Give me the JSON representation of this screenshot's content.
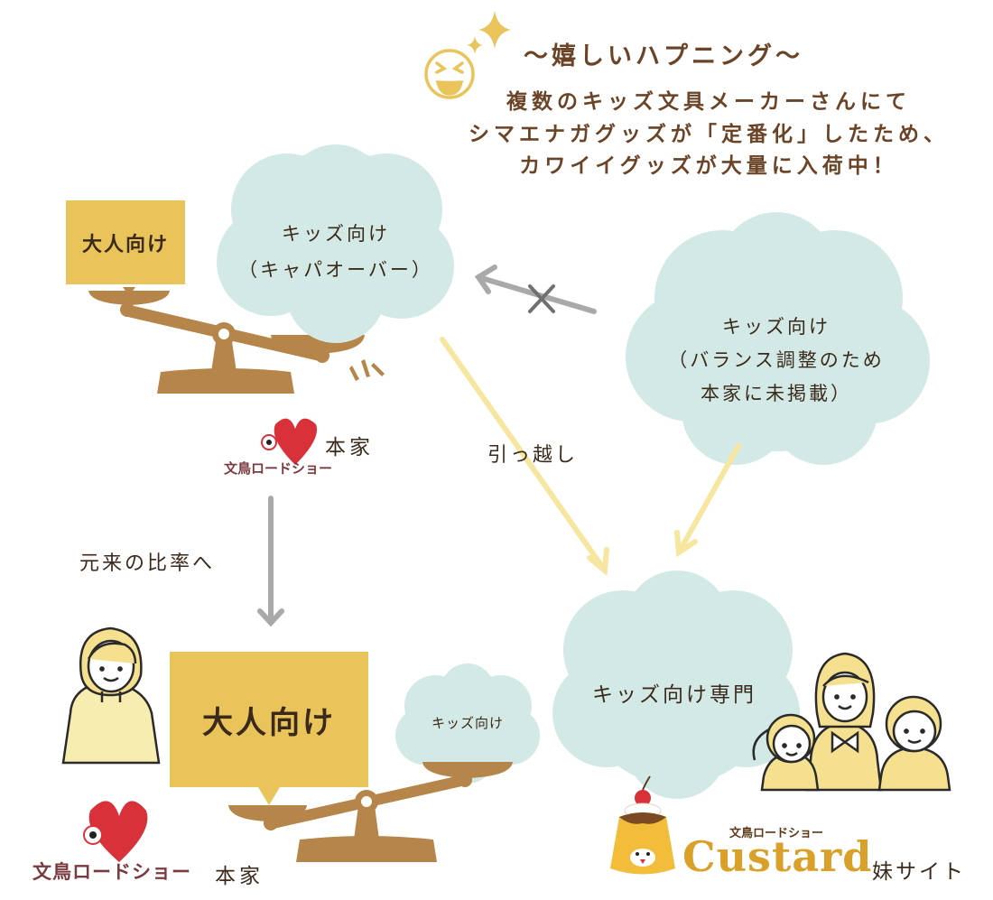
{
  "happening": {
    "title": "〜嬉しいハプニング〜",
    "lines": [
      "複数のキッズ文具メーカーさんにて",
      "シマエナガグッズが「定番化」したため、",
      "カワイイグッズが大量に入荷中！"
    ]
  },
  "top_scale": {
    "adult_label": "大人向け",
    "kids_cloud_line1": "キッズ向け",
    "kids_cloud_line2": "（キャパオーバー）"
  },
  "honke_logo_top": {
    "logo_text": "文鳥ロードショー",
    "label": "本家"
  },
  "arrows": {
    "move_label": "引っ越し",
    "ratio_label": "元来の比率へ"
  },
  "unlisted_cloud": {
    "line1": "キッズ向け",
    "line2": "（バランス調整のため",
    "line3": "本家に未掲載）"
  },
  "bottom_scale": {
    "adult_label": "大人向け",
    "kids_label": "キッズ向け"
  },
  "honke_logo_bottom": {
    "logo_text": "文鳥ロードショー",
    "label": "本家"
  },
  "custard": {
    "cloud_label": "キッズ向け専門",
    "logo_small": "文鳥ロードショー",
    "logo_main": "Custard",
    "label": "妹サイト"
  },
  "colors": {
    "cloud": "#d3e9e6",
    "sign": "#e9c45a",
    "scale": "#b5854a",
    "yellow_arrow": "#f7e6a0",
    "gray_arrow": "#a9a9a9",
    "heart": "#d9313a"
  }
}
